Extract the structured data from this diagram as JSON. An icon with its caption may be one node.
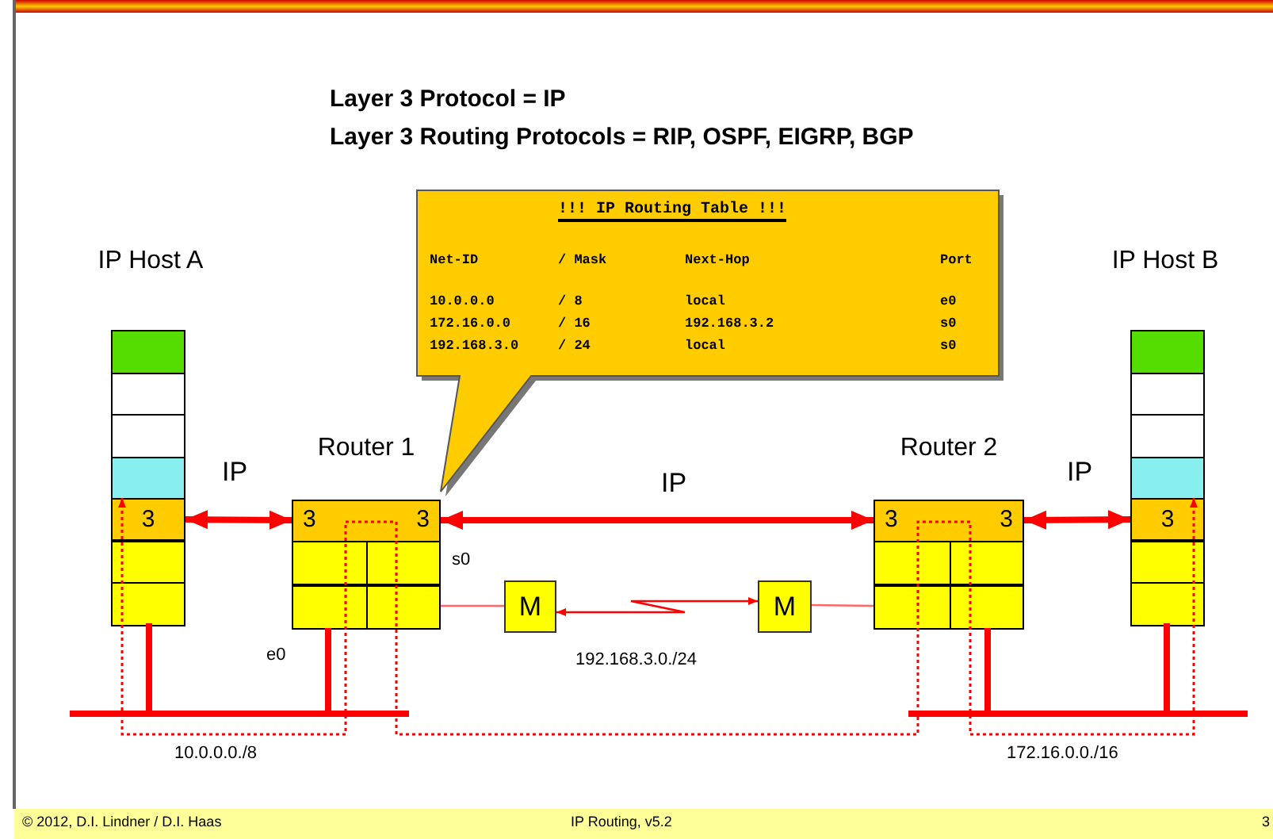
{
  "diagram": {
    "nodes": [
      {
        "text": [
          "!!! IP Routing Table !!!",
          "Net-ID",
          "/ Mask",
          "Next-Hop",
          "Port",
          "10.0.0.0",
          "/ 8",
          "local",
          "e0",
          "172.16.0.0",
          "/ 16",
          "192.168.3.2",
          "s0",
          "192.168.3.0",
          "/ 24",
          "local",
          "s0"
        ]
      },
      {
        "text": [
          "IP Host A"
        ]
      },
      {
        "text": [
          "3"
        ],
        "in": 1
      },
      {
        "text": [
          "Router 1"
        ]
      },
      {
        "text": [
          "3"
        ],
        "in": 3
      },
      {
        "text": [
          "3"
        ],
        "in": 3
      },
      {
        "text": [
          "M"
        ]
      },
      {
        "text": [
          "M"
        ]
      },
      {
        "text": [
          "Router 2"
        ]
      },
      {
        "text": [
          "3"
        ],
        "in": 8
      },
      {
        "text": [
          "3"
        ],
        "in": 8
      },
      {
        "text": [
          "IP Host B"
        ]
      },
      {
        "text": [
          "3"
        ],
        "in": 11
      },
      {
        "text": [],
        "shape": "bar"
      },
      {
        "text": [],
        "shape": "bar"
      }
    ],
    "edges": [
      {
        "from": 2,
        "to": 4,
        "arrow": "both",
        "label": "IP"
      },
      {
        "from": 5,
        "to": 9,
        "arrow": "both",
        "label": "IP"
      },
      {
        "from": 10,
        "to": 12,
        "arrow": "both",
        "label": "IP"
      },
      {
        "from": 3,
        "to": 6,
        "arrow": "none",
        "color": "#ff6666"
      },
      {
        "from": 6,
        "to": 7,
        "arrow": "both"
      },
      {
        "from": 7,
        "to": 8,
        "arrow": "none",
        "color": "#ff6666"
      },
      {
        "from": 1,
        "to": 13,
        "arrow": "none"
      },
      {
        "from": 3,
        "to": 13,
        "arrow": "none"
      },
      {
        "from": 8,
        "to": 14,
        "arrow": "none"
      },
      {
        "from": 11,
        "to": 14,
        "arrow": "none"
      },
      {
        "from": 2,
        "to": 12,
        "arrow": "both",
        "style": "dashed"
      }
    ],
    "labels": [
      "Layer 3 Protocol = IP",
      "Layer 3 Routing Protocols = RIP, OSPF, EIGRP, BGP",
      "s0",
      "e0",
      "192.168.3.0./24",
      "10.0.0.0./8",
      "172.16.0.0./16",
      "© 2012, D.I. Lindner / D.I. Haas",
      "IP Routing, v5.2",
      "3"
    ]
  }
}
